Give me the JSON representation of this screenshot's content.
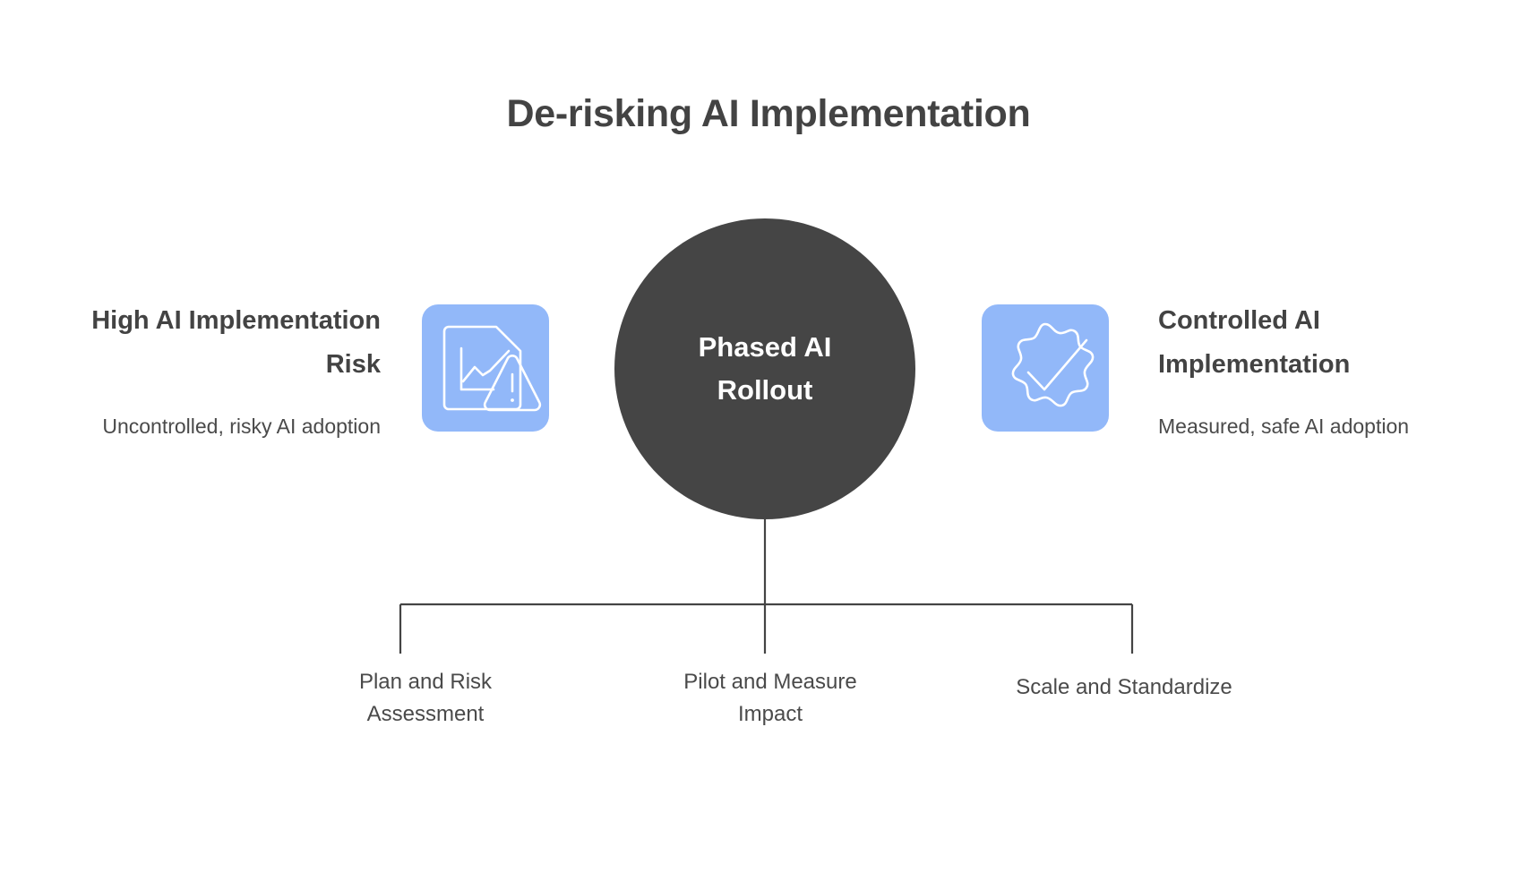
{
  "title": "De-risking AI Implementation",
  "colors": {
    "icon_tile_bg": "#92b8f9",
    "icon_stroke": "#ffffff",
    "center_circle_bg": "#454545",
    "center_circle_text": "#ffffff",
    "heading_text": "#434343",
    "body_text": "#4a4a4a",
    "connector_line": "#444444",
    "page_bg": "#ffffff"
  },
  "left": {
    "heading": "High AI Implementation Risk",
    "subtext": "Uncontrolled, risky AI adoption",
    "icon": "document-chart-warning-icon"
  },
  "center": {
    "label": "Phased AI Rollout"
  },
  "right": {
    "heading": "Controlled AI Implementation",
    "subtext": "Measured, safe AI adoption",
    "icon": "verified-badge-check-icon"
  },
  "steps": [
    {
      "label": "Plan and Risk Assessment"
    },
    {
      "label": "Pilot and Measure Impact"
    },
    {
      "label": "Scale and Standardize"
    }
  ]
}
